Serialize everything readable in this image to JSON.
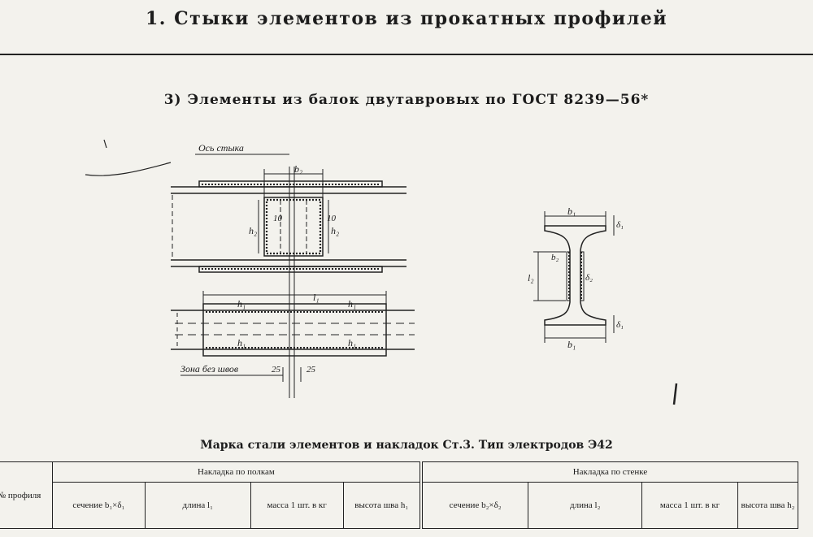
{
  "page_title": "1. Стыки элементов из прокатных профилей",
  "section_title": "3) Элементы из балок двутавровых по ГОСТ 8239—56*",
  "drawing": {
    "axis_label": "Ось стыка",
    "zone_label": "Зона без швов",
    "dim_b2": "b₂",
    "dim_10_left": "10",
    "dim_10_right": "10",
    "dim_h2_left": "h₂",
    "dim_h2_right": "h₂",
    "dim_l1": "l₁",
    "dim_h1": "h₁",
    "dim_25_left": "25",
    "dim_25_right": "25",
    "sec_b1_top": "b₁",
    "sec_b1_bottom": "b₁",
    "sec_delta1_top": "δ₁",
    "sec_delta1_bottom": "δ₁",
    "sec_b2": "b₂",
    "sec_delta2": "δ₂",
    "sec_l2": "l₂"
  },
  "steel_note": "Марка стали элементов и накладок Ст.3. Тип электродов Э42",
  "table": {
    "profile_header": "№ профиля",
    "group_flange": "Накладка по полкам",
    "group_web": "Накладка по стенке",
    "columns": [
      "сечение b₁×δ₁",
      "длина l₁",
      "масса 1 шт. в кг",
      "высота шва h₁",
      "сечение b₂×δ₂",
      "длина l₂",
      "масса 1 шт. в кг",
      "высота шва h₂"
    ]
  }
}
